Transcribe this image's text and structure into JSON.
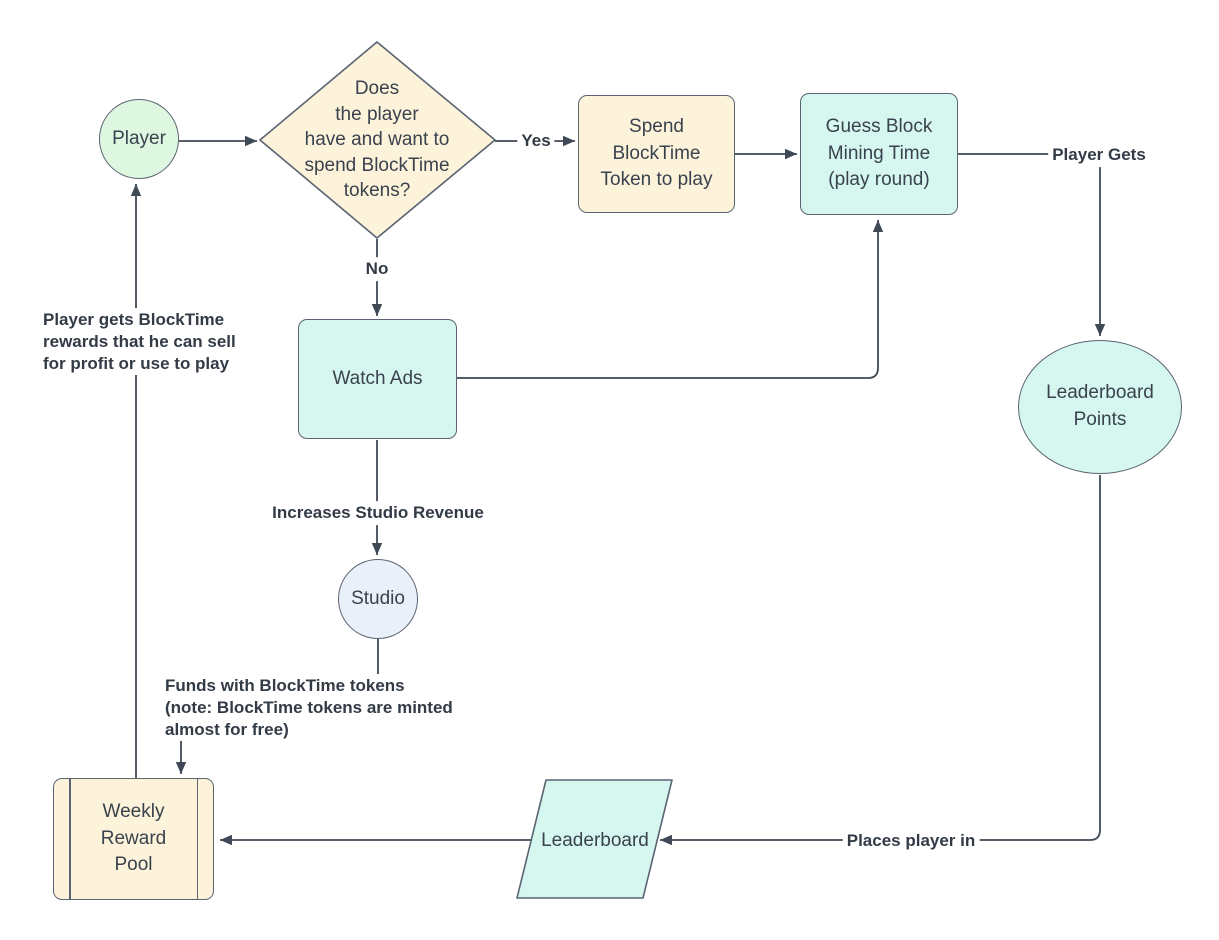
{
  "colors": {
    "canvas_bg": "#ffffff",
    "node_border": "#5b6472",
    "edge_stroke": "#3f4855",
    "node_text": "#3a424e",
    "edge_label_text": "#333b46",
    "fill_green": "#def7e1",
    "fill_cream": "#fcf3da",
    "fill_teal": "#d6f7f0",
    "fill_blue": "#e9f0fa"
  },
  "nodes": {
    "player": {
      "label": "Player",
      "shape": "circle"
    },
    "decision": {
      "label": "Does\nthe player\nhave and want to\nspend BlockTime\ntokens?",
      "shape": "diamond"
    },
    "spend_token": {
      "label": "Spend\nBlockTime\nToken to play",
      "shape": "rounded-rectangle"
    },
    "guess_block": {
      "label": "Guess Block\nMining Time\n(play round)",
      "shape": "rounded-rectangle"
    },
    "watch_ads": {
      "label": "Watch Ads",
      "shape": "rounded-rectangle"
    },
    "leaderboard_points": {
      "label": "Leaderboard\nPoints",
      "shape": "ellipse"
    },
    "studio": {
      "label": "Studio",
      "shape": "circle"
    },
    "weekly_reward_pool": {
      "label": "Weekly\nReward\nPool",
      "shape": "predefined-process"
    },
    "leaderboard": {
      "label": "Leaderboard",
      "shape": "parallelogram"
    }
  },
  "edge_labels": {
    "yes": "Yes",
    "no": "No",
    "player_gets": "Player Gets",
    "increases_revenue": "Increases Studio Revenue",
    "funds_note": "Funds with BlockTime tokens\n(note: BlockTime tokens are minted\nalmost for free)",
    "player_rewards": "Player gets BlockTime\nrewards that he can sell\nfor profit or use to play",
    "places_player": "Places player in"
  }
}
